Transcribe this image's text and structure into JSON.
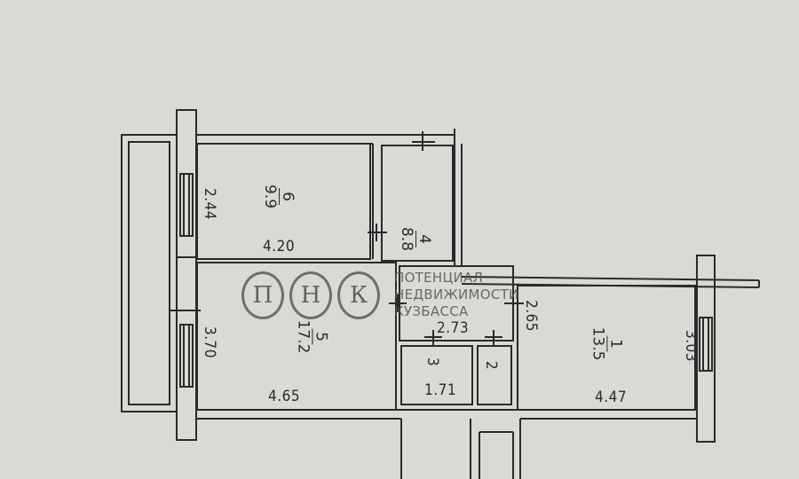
{
  "rooms": [
    {
      "number": "6",
      "area": "9.9"
    },
    {
      "number": "4",
      "area": "8.8"
    },
    {
      "number": "5",
      "area": "17.2"
    },
    {
      "number": "1",
      "area": "13.5"
    },
    {
      "number": "3",
      "area": "1.71"
    },
    {
      "number": "2",
      "area": ""
    }
  ],
  "dimensions": {
    "room6_width": "4.20",
    "room6_height": "2.44",
    "room5_width": "4.65",
    "room5_height": "3.70",
    "hall_width": "2.73",
    "room1_width": "4.47",
    "room1_height_left": "2.65",
    "room1_height_right": "3.03"
  },
  "watermark": {
    "letters": [
      "П",
      "Н",
      "К"
    ],
    "lines": [
      "ПОТЕНЦИАЛ",
      "НЕДВИЖИМОСТИ",
      "КУЗБАССА"
    ]
  },
  "colors": {
    "paper": "#d9d9d6",
    "ink": "#2a2a2a"
  }
}
